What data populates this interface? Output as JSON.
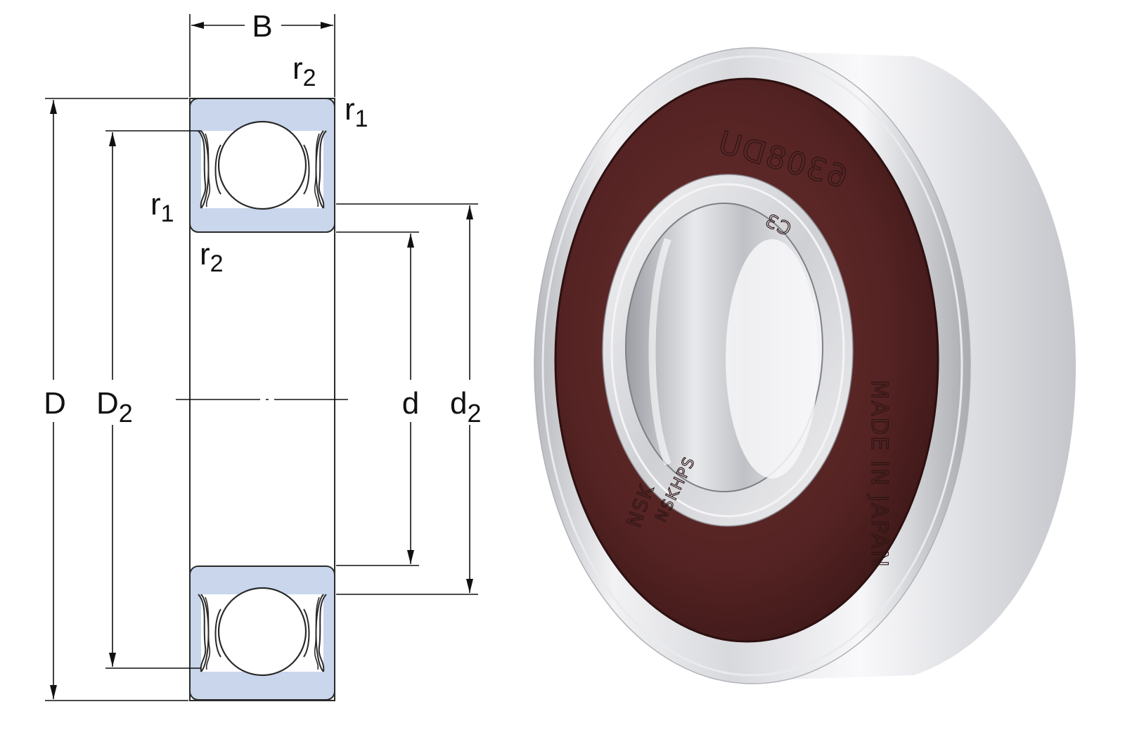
{
  "colors": {
    "ring_fill": "#c9d6ec",
    "outline": "#2a2a2a",
    "seal": "#5a2626",
    "steel_light": "#f4f4f6",
    "steel_dark": "#9a9ca2"
  },
  "diagram": {
    "labels": {
      "width": "B",
      "outer_diameter": "D",
      "shoulder_outer": "D",
      "shoulder_outer_sub": "2",
      "bore": "d",
      "shoulder_inner": "d",
      "shoulder_inner_sub": "2",
      "chamfer_top_right_r2": "r",
      "chamfer_top_right_r2_sub": "2",
      "chamfer_top_right_r1": "r",
      "chamfer_top_right_r1_sub": "1",
      "chamfer_left_r1": "r",
      "chamfer_left_r1_sub": "1",
      "chamfer_bottom_r2": "r",
      "chamfer_bottom_r2_sub": "2"
    }
  },
  "photo": {
    "marking_top": "6308DU",
    "marking_grade": "C3",
    "marking_origin": "MADE IN JAPAN",
    "marking_brand": "NSK",
    "marking_series": "NSKHPS"
  }
}
